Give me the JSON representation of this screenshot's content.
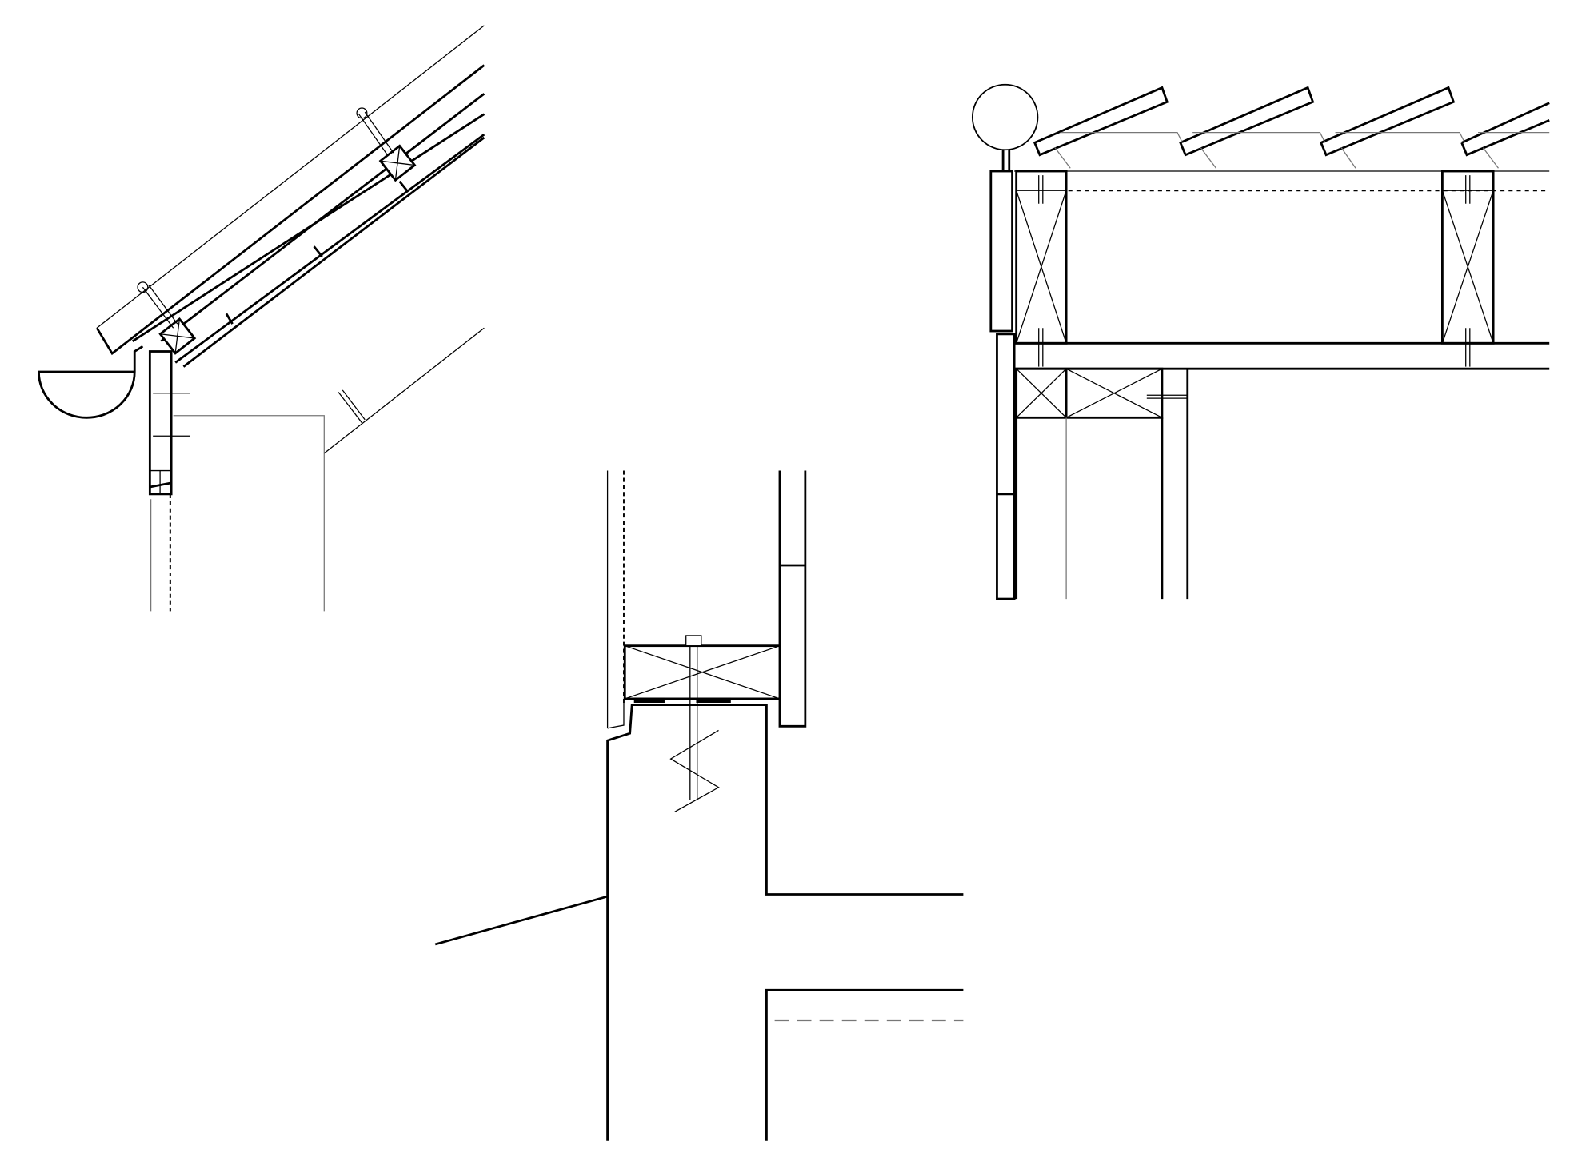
{
  "drawing": {
    "type": "construction-section-details",
    "details": [
      "eave-detail",
      "wall-plate-detail",
      "ridge-panel-detail"
    ],
    "colors": {
      "line": "#000000",
      "thin_line": "#777777",
      "background": "#ffffff"
    }
  }
}
